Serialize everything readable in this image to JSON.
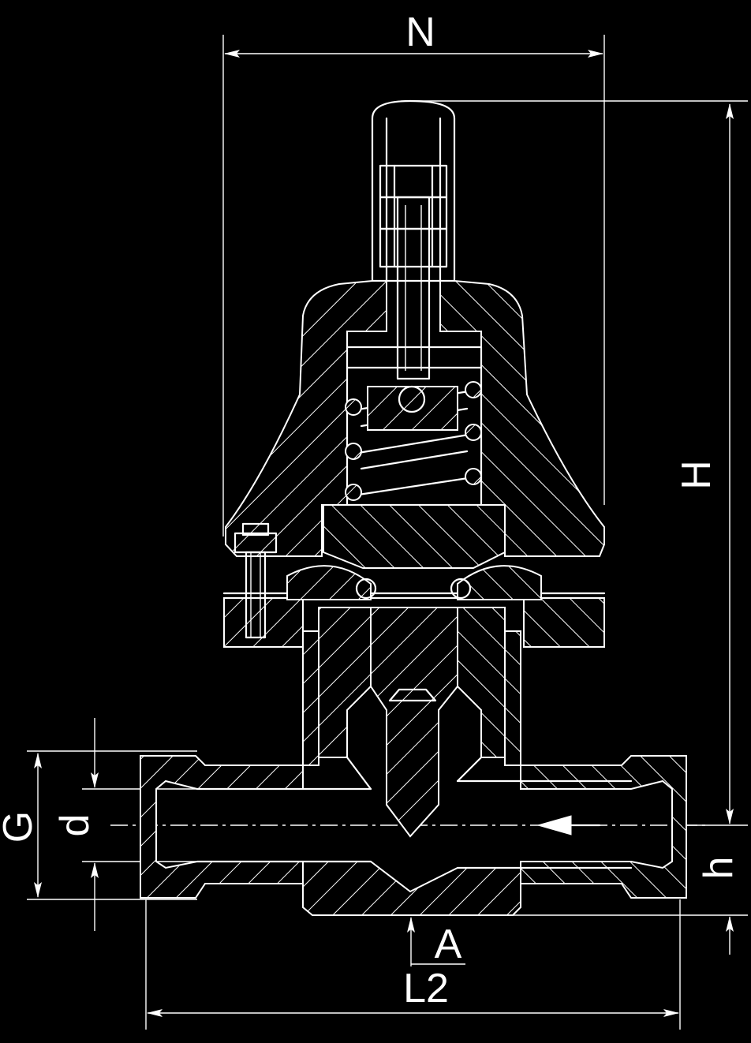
{
  "dimensions": {
    "N": "N",
    "H": "H",
    "G": "G",
    "d": "d",
    "h": "h",
    "A": "A",
    "L2": "L2"
  },
  "colors": {
    "background": "#000000",
    "lines": "#ffffff"
  }
}
